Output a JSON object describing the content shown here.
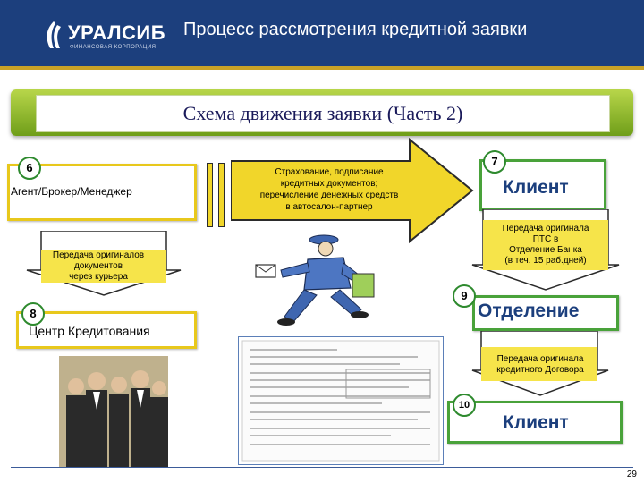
{
  "header": {
    "logo_name": "УРАЛСИБ",
    "logo_sub": "ФИНАНСОВАЯ КОРПОРАЦИЯ",
    "title": "Процесс рассмотрения кредитной заявки"
  },
  "band": {
    "title": "Схема движения заявки (Часть 2)"
  },
  "steps": {
    "s6": {
      "number": "6",
      "label": "Агент/Брокер/Менеджер"
    },
    "s7": {
      "number": "7",
      "label": "Клиент"
    },
    "s8": {
      "number": "8",
      "label": "Центр Кредитования"
    },
    "s9": {
      "number": "9",
      "label": "Отделение"
    },
    "s10": {
      "number": "10",
      "label": "Клиент"
    }
  },
  "arrows": {
    "big_arrow_lines": [
      "Страхование, подписание",
      "кредитных документов;",
      "перечисление денежных средств",
      "в автосалон-партнер"
    ],
    "down_6_8": [
      "Передача оригиналов",
      "документов",
      "через курьера"
    ],
    "up_9_7": [
      "Передача оригинала",
      "ПТС в",
      "Отделение Банка",
      "(в теч. 15 раб.дней)"
    ],
    "down_9_10": [
      "Передача оригинала",
      "кредитного Договора"
    ]
  },
  "footer": {
    "page": "29"
  },
  "colors": {
    "header": "#1c3f7d",
    "accent_yellow": "#f1d62a",
    "green": "#49a23a",
    "client_blue": "#1c3f7d"
  }
}
